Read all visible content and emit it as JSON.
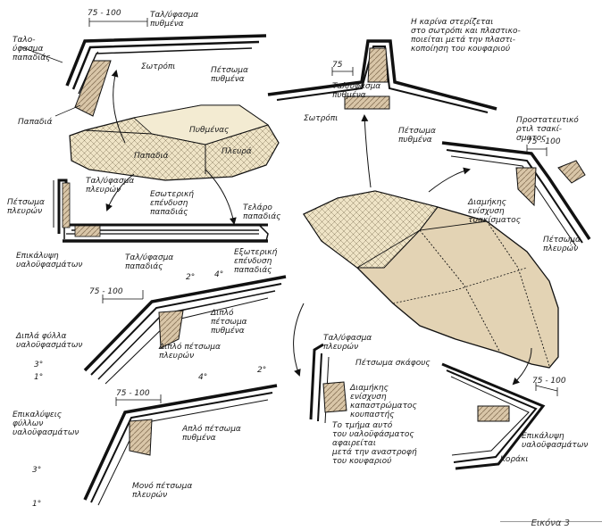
{
  "figure": {
    "caption": "Εικόνα 3",
    "labels": {
      "l01": "75 - 100",
      "l02": "Ταλ/ύφασμα\nπυθμένα",
      "l03": "Ταλο-\nύφασμα\nπαπαδιάς",
      "l04": "Σωτρόπι",
      "l05": "Πέτσωμα\nπυθμένα",
      "l06": "Παπαδιά",
      "l07": "Πυθμένας",
      "l08": "Παπαδιά",
      "l09": "Πλευρά",
      "l10": "Ταλ/ύφασμα\nπλευρών",
      "l11": "Πέτσωμα\nπλευρών",
      "l12": "Εσωτερική\nεπένδυση\nπαπαδιάς",
      "l13": "Τελάρο\nπαπαδιάς",
      "l14": "Επικάλυψη\nυαλοϋφασμάτων",
      "l15": "Ταλ/ύφασμα\nπαπαδιάς",
      "l16": "Εξωτερική\nεπένδυση\nπαπαδιάς",
      "l17": "Η καρίνα στερίζεται\nστο σωτρόπι και πλαστικο-\nποιείται μετά την πλαστι-\nκοποίηση του κουφαριού",
      "l18": "75",
      "l19": "Ταλ/ύφασμα\nπυθμένα",
      "l20": "Σωτρόπι",
      "l21": "Πέτσωμα\nπυθμένα",
      "l22": "Προστατευτικό\nρτιλ τσακί-\nσματος",
      "l23": "75 - 100",
      "l24": "Διαμήκης\nενίσχυση\nτσακίσματος",
      "l25": "Πέτσωμα\nπλευρών",
      "l26": "75 - 100",
      "l27": "2°",
      "l28": "4°",
      "l29": "Διπλό\nπέτσωμα\nπυθμένα",
      "l30": "Διπλά φύλλα\nυαλοϋφασμάτων",
      "l31": "Διπλό πέτσωμα\nπλευρών",
      "l32": "3°",
      "l33": "1°",
      "l34": "75 - 100",
      "l35": "4°",
      "l36": "2°",
      "l37": "Επικαλύψεις\nφύλλων\nυαλοϋφασμάτων",
      "l38": "Απλό πέτσωμα\nπυθμένα",
      "l39": "3°",
      "l40": "Μονό πέτσωμα\nπλευρών",
      "l41": "1°",
      "l42": "Ταλ/ύφασμα\nπλευρών",
      "l43": "Πέτσωμα σκάφους",
      "l44": "Διαμήκης\nενίσχυση\nκαπαστρώματος\nκουπαστής",
      "l45": "Το τμήμα αυτό\nτου υαλοϋφάσματος\nαφαιρείται\nμετά την αναστροφή\nτου κουφαριού",
      "l46": "75 - 100",
      "l47": "Επικάλυψη\nυαλοϋφασμάτων",
      "l48": "Κοράκι"
    }
  }
}
